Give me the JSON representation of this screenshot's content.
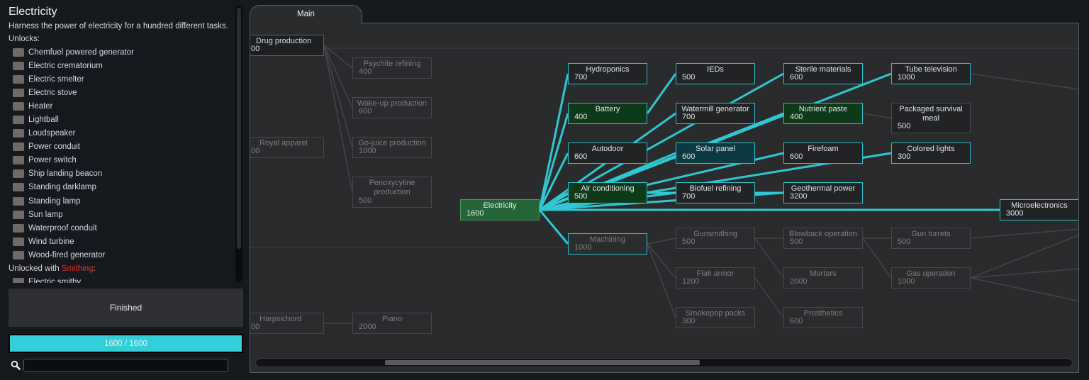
{
  "detail": {
    "title": "Electricity",
    "description": "Harness the power of electricity for a hundred different tasks.",
    "unlocks_label": "Unlocks:",
    "unlocks": [
      {
        "label": "Chemfuel powered generator",
        "icon": "generator-icon"
      },
      {
        "label": "Electric crematorium",
        "icon": "crematorium-icon"
      },
      {
        "label": "Electric smelter",
        "icon": "smelter-icon"
      },
      {
        "label": "Electric stove",
        "icon": "stove-icon"
      },
      {
        "label": "Heater",
        "icon": "heater-icon"
      },
      {
        "label": "Lightball",
        "icon": "lightball-icon"
      },
      {
        "label": "Loudspeaker",
        "icon": "loudspeaker-icon"
      },
      {
        "label": "Power conduit",
        "icon": "conduit-icon"
      },
      {
        "label": "Power switch",
        "icon": "switch-icon"
      },
      {
        "label": "Ship landing beacon",
        "icon": "beacon-icon"
      },
      {
        "label": "Standing darklamp",
        "icon": "darklamp-icon"
      },
      {
        "label": "Standing lamp",
        "icon": "lamp-icon"
      },
      {
        "label": "Sun lamp",
        "icon": "sun-lamp-icon"
      },
      {
        "label": "Waterproof conduit",
        "icon": "conduit-icon"
      },
      {
        "label": "Wind turbine",
        "icon": "wind-turbine-icon"
      },
      {
        "label": "Wood-fired generator",
        "icon": "generator-icon"
      }
    ],
    "unlocked_with_prefix": "Unlocked with ",
    "unlocked_with_project": "Smithing",
    "unlocked_with_suffix": ":",
    "unlocked_with_items": [
      {
        "label": "Electric smithy",
        "icon": "smithy-icon"
      }
    ],
    "status_label": "Finished",
    "progress_text": "1600 / 1600",
    "progress": 1.0,
    "search_value": ""
  },
  "tabs": [
    {
      "label": "Main",
      "active": true
    }
  ],
  "colors": {
    "accent": "#33cfd9",
    "completed": "#246436",
    "red_link": "#e0312a"
  },
  "nodes": [
    {
      "id": "drug",
      "name": "Drug production",
      "cost": "00",
      "state": "prereq"
    },
    {
      "id": "psychite",
      "name": "Psychite refining",
      "cost": "400",
      "state": "locked"
    },
    {
      "id": "wakeup",
      "name": "Wake-up production",
      "cost": "600",
      "state": "locked"
    },
    {
      "id": "gojuice",
      "name": "Go-juice production",
      "cost": "1000",
      "state": "locked"
    },
    {
      "id": "penoxy",
      "name": "Penoxycyline production",
      "cost": "500",
      "state": "locked"
    },
    {
      "id": "royal",
      "name": "Royal apparel",
      "cost": "00",
      "state": "locked"
    },
    {
      "id": "harpsichord",
      "name": "Harpsichord",
      "cost": "00",
      "state": "locked"
    },
    {
      "id": "piano",
      "name": "Piano",
      "cost": "2000",
      "state": "locked"
    },
    {
      "id": "electricity",
      "name": "Electricity",
      "cost": "1600",
      "state": "done"
    },
    {
      "id": "hydroponics",
      "name": "Hydroponics",
      "cost": "700",
      "state": "avail"
    },
    {
      "id": "battery",
      "name": "Battery",
      "cost": "400",
      "state": "green"
    },
    {
      "id": "autodoor",
      "name": "Autodoor",
      "cost": "600",
      "state": "avail"
    },
    {
      "id": "aircon",
      "name": "Air conditioning",
      "cost": "500",
      "state": "green"
    },
    {
      "id": "machining",
      "name": "Machining",
      "cost": "1000",
      "state": "locked-cyan"
    },
    {
      "id": "ieds",
      "name": "IEDs",
      "cost": "500",
      "state": "avail"
    },
    {
      "id": "watermill",
      "name": "Watermill generator",
      "cost": "700",
      "state": "avail"
    },
    {
      "id": "solar",
      "name": "Solar panel",
      "cost": "600",
      "state": "teal"
    },
    {
      "id": "biofuel",
      "name": "Biofuel refining",
      "cost": "700",
      "state": "avail"
    },
    {
      "id": "gunsmithing",
      "name": "Gunsmithing",
      "cost": "500",
      "state": "locked"
    },
    {
      "id": "flak",
      "name": "Flak armor",
      "cost": "1200",
      "state": "locked"
    },
    {
      "id": "smokepop",
      "name": "Smokepop packs",
      "cost": "300",
      "state": "locked"
    },
    {
      "id": "sterile",
      "name": "Sterile materials",
      "cost": "600",
      "state": "avail"
    },
    {
      "id": "nutrient",
      "name": "Nutrient paste",
      "cost": "400",
      "state": "green"
    },
    {
      "id": "firefoam",
      "name": "Firefoam",
      "cost": "600",
      "state": "avail"
    },
    {
      "id": "geothermal",
      "name": "Geothermal power",
      "cost": "3200",
      "state": "avail"
    },
    {
      "id": "blowback",
      "name": "Blowback operation",
      "cost": "500",
      "state": "locked"
    },
    {
      "id": "mortars",
      "name": "Mortars",
      "cost": "2000",
      "state": "locked"
    },
    {
      "id": "prosthetics",
      "name": "Prosthetics",
      "cost": "600",
      "state": "locked"
    },
    {
      "id": "tubetv",
      "name": "Tube television",
      "cost": "1000",
      "state": "avail"
    },
    {
      "id": "survivalmeal",
      "name": "Packaged survival meal",
      "cost": "500",
      "state": "dark"
    },
    {
      "id": "coloredlights",
      "name": "Colored lights",
      "cost": "300",
      "state": "avail"
    },
    {
      "id": "gunturrets",
      "name": "Gun turrets",
      "cost": "500",
      "state": "locked"
    },
    {
      "id": "gasop",
      "name": "Gas operation",
      "cost": "1000",
      "state": "locked"
    },
    {
      "id": "microelectronics",
      "name": "Microelectronics",
      "cost": "3000",
      "state": "avail"
    }
  ],
  "edges_highlighted": [
    [
      "electricity",
      "hydroponics"
    ],
    [
      "electricity",
      "battery"
    ],
    [
      "electricity",
      "autodoor"
    ],
    [
      "electricity",
      "aircon"
    ],
    [
      "electricity",
      "machining"
    ],
    [
      "electricity",
      "microelectronics"
    ],
    [
      "electricity",
      "watermill"
    ],
    [
      "electricity",
      "solar"
    ],
    [
      "electricity",
      "biofuel"
    ],
    [
      "electricity",
      "nutrient"
    ],
    [
      "electricity",
      "tubetv"
    ],
    [
      "electricity",
      "coloredlights"
    ],
    [
      "electricity",
      "firefoam"
    ],
    [
      "electricity",
      "sterile"
    ],
    [
      "electricity",
      "geothermal"
    ],
    [
      "battery",
      "ieds"
    ],
    [
      "aircon",
      "biofuel"
    ],
    [
      "biofuel",
      "geothermal"
    ]
  ],
  "edges_normal": [
    [
      "drug",
      "psychite"
    ],
    [
      "drug",
      "wakeup"
    ],
    [
      "drug",
      "gojuice"
    ],
    [
      "drug",
      "penoxy"
    ],
    [
      "harpsichord",
      "piano"
    ],
    [
      "machining",
      "gunsmithing"
    ],
    [
      "machining",
      "flak"
    ],
    [
      "machining",
      "smokepop"
    ],
    [
      "gunsmithing",
      "blowback"
    ],
    [
      "gunsmithing",
      "mortars"
    ],
    [
      "blowback",
      "gunturrets"
    ],
    [
      "blowback",
      "gasop"
    ],
    [
      "flak",
      "prosthetics"
    ],
    [
      "nutrient",
      "survivalmeal"
    ]
  ]
}
